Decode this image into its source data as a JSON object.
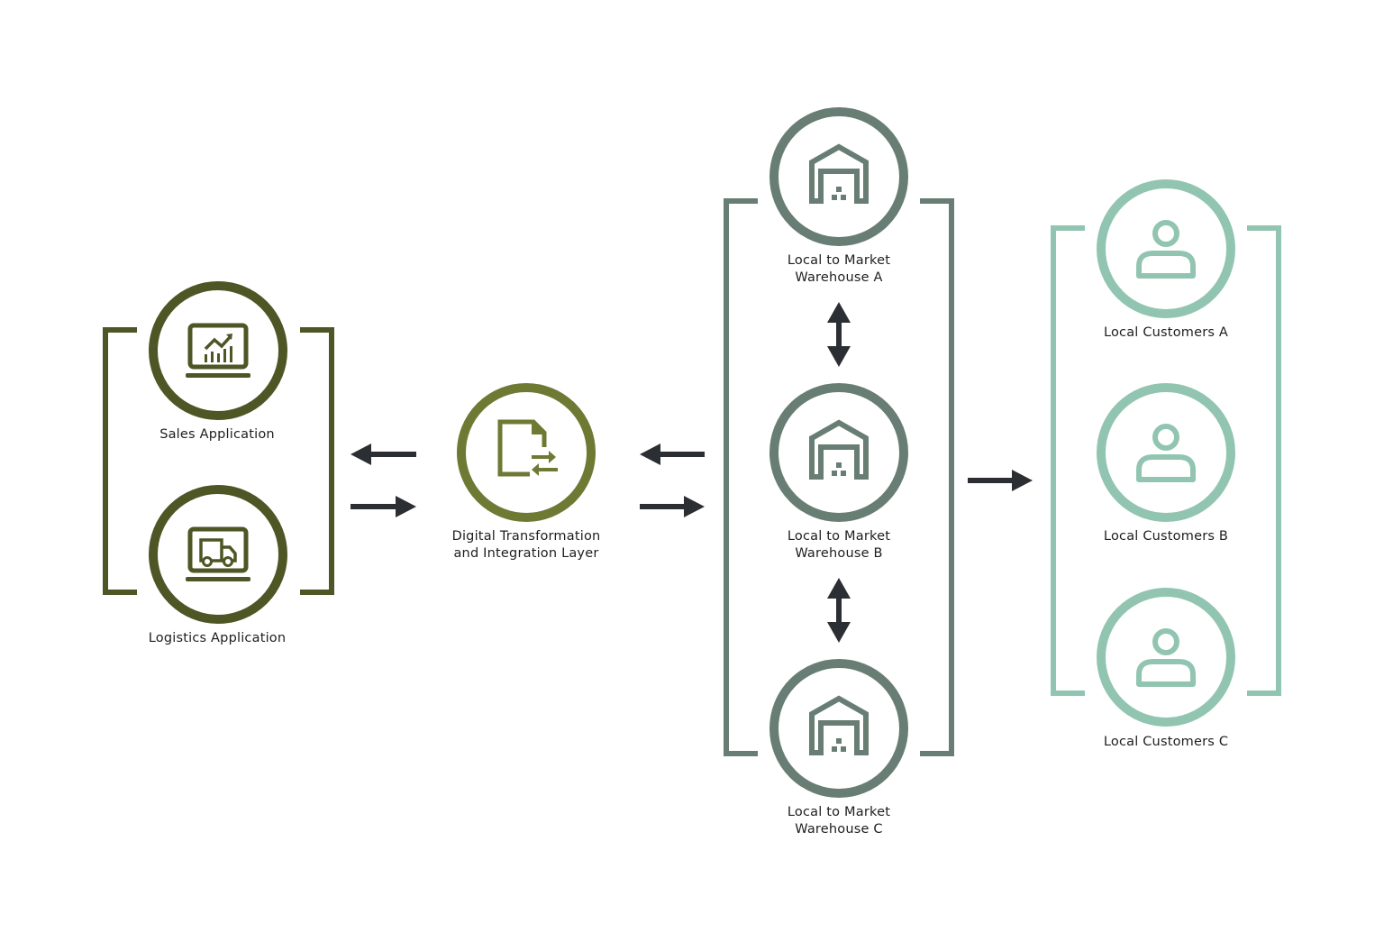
{
  "colors": {
    "apps": "#4d5624",
    "integration": "#6e7a34",
    "warehouses": "#687d74",
    "customers": "#92c5b1",
    "arrows": "#2b2f33"
  },
  "apps": [
    {
      "label": "Sales Application",
      "icon": "sales-chart-laptop-icon"
    },
    {
      "label": "Logistics Application",
      "icon": "delivery-truck-laptop-icon"
    }
  ],
  "integration": {
    "line1": "Digital Transformation",
    "line2": "and Integration Layer",
    "icon": "document-sync-icon"
  },
  "warehouses": [
    {
      "line1": "Local to Market",
      "line2": "Warehouse A",
      "icon": "warehouse-icon"
    },
    {
      "line1": "Local to Market",
      "line2": "Warehouse B",
      "icon": "warehouse-icon"
    },
    {
      "line1": "Local to Market",
      "line2": "Warehouse C",
      "icon": "warehouse-icon"
    }
  ],
  "customers": [
    {
      "label": "Local Customers A",
      "icon": "person-icon"
    },
    {
      "label": "Local Customers B",
      "icon": "person-icon"
    },
    {
      "label": "Local Customers C",
      "icon": "person-icon"
    }
  ]
}
